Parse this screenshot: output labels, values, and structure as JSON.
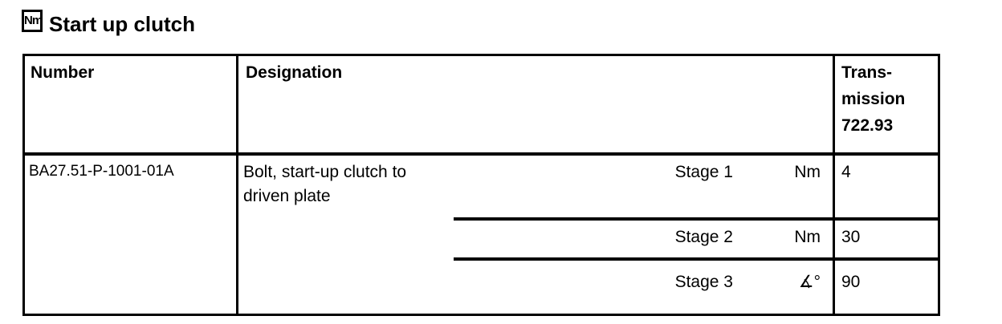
{
  "section": {
    "icon_label": "Nm",
    "title": "Start up clutch"
  },
  "table": {
    "headers": {
      "number": "Number",
      "designation": "Designation",
      "transmission_lines": [
        "Trans-",
        "mission",
        "722.93"
      ]
    },
    "row": {
      "number": "BA27.51-P-1001-01A",
      "designation_lines": [
        "Bolt, start-up clutch to",
        "driven plate"
      ],
      "stages": [
        {
          "label": "Stage 1",
          "unit": "Nm",
          "value": "4"
        },
        {
          "label": "Stage 2",
          "unit": "Nm",
          "value": "30"
        },
        {
          "label": "Stage 3",
          "unit": "∡°",
          "value": "90"
        }
      ]
    }
  }
}
